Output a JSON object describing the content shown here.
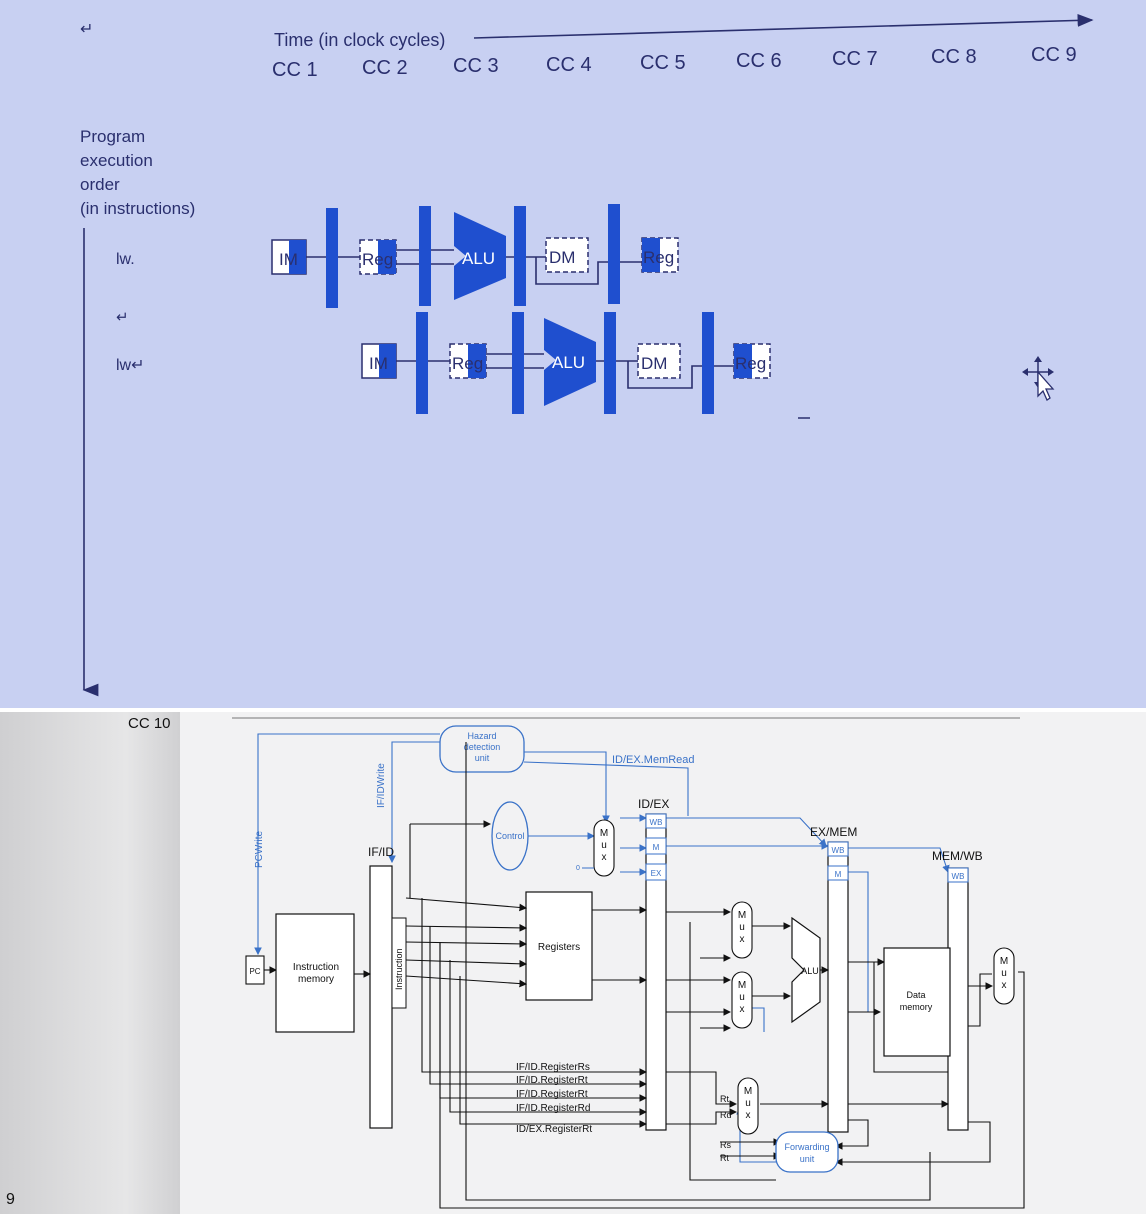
{
  "pipeline": {
    "top_mark": "↵",
    "time_label": "Time (in clock cycles)",
    "cycles": [
      "CC 1",
      "CC 2",
      "CC 3",
      "CC 4",
      "CC 5",
      "CC 6",
      "CC 7",
      "CC 8",
      "CC 9"
    ],
    "order_label_lines": [
      "Program",
      "execution",
      "order",
      "(in instructions)"
    ],
    "instructions": [
      "lw.",
      "↵",
      "lw↵"
    ],
    "stage_labels": {
      "im": "IM",
      "reg": "Reg",
      "alu": "ALU",
      "dm": "DM",
      "wb": "Reg"
    },
    "colors": {
      "background": "#c8d0f2",
      "stage_blue": "#1f4fcf",
      "text": "#2a2f6e"
    }
  },
  "datapath": {
    "cc10_label": "CC 10",
    "page_number": "9",
    "hazard_unit_lines": [
      "Hazard",
      "detection",
      "unit"
    ],
    "idex_memread": "ID/EX.MemRead",
    "ifid_write": "IF/IDWrite",
    "pc_write": "PCWrite",
    "control": "Control",
    "mux_letters": [
      "M",
      "u",
      "x"
    ],
    "zero": "0",
    "ifid": "IF/ID",
    "idex": "ID/EX",
    "exmem": "EX/MEM",
    "memwb": "MEM/WB",
    "wb": "WB",
    "m": "M",
    "ex": "EX",
    "pc": "PC",
    "instruction_memory_lines": [
      "Instruction",
      "memory"
    ],
    "instruction": "Instruction",
    "registers": "Registers",
    "alu": "ALU",
    "data_memory_lines": [
      "Data",
      "memory"
    ],
    "forwarding_unit_lines": [
      "Forwarding",
      "unit"
    ],
    "reg_fields": [
      "IF/ID.RegisterRs",
      "IF/ID.RegisterRt",
      "IF/ID.RegisterRt",
      "IF/ID.RegisterRd",
      "ID/EX.RegisterRt"
    ],
    "rt": "Rt",
    "rd": "Rd",
    "rs": "Rs",
    "colors": {
      "control_blue": "#3a72c8",
      "line": "#111111"
    }
  }
}
